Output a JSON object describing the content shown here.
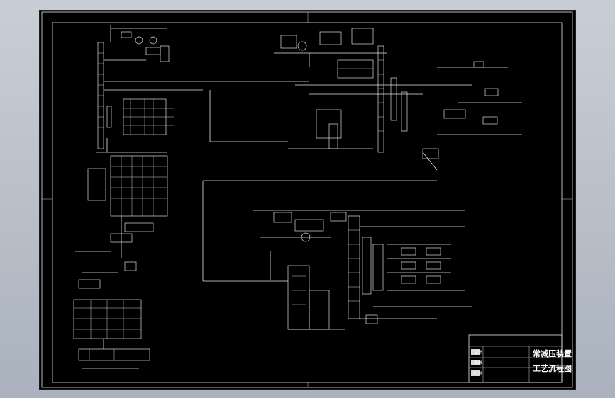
{
  "drawing": {
    "title_block": {
      "title_line1": "常减压装置",
      "title_line2": "工艺流程图",
      "row_labels": [
        "设计",
        "审核",
        "批准"
      ]
    }
  },
  "colors": {
    "viewport_background": "#000000",
    "app_background": "#b7bec8",
    "line": "#e6e6e6"
  }
}
